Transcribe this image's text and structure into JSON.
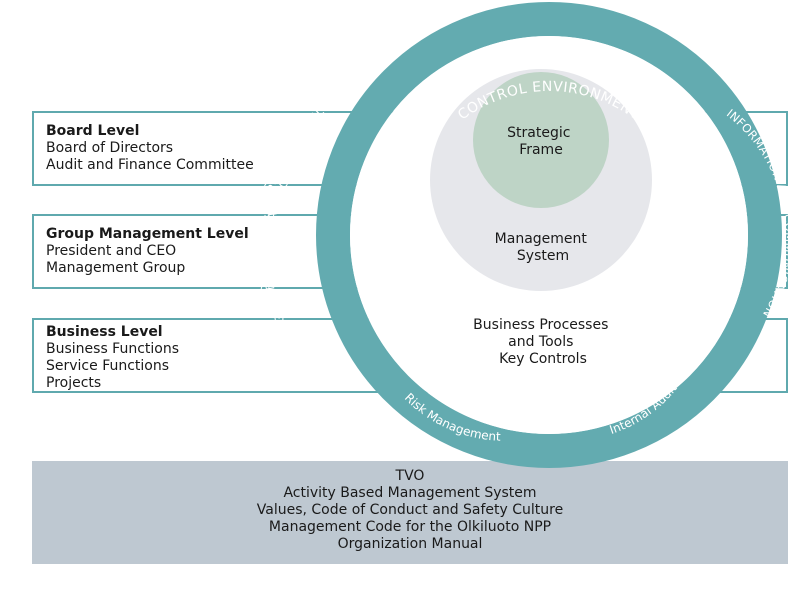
{
  "levels": [
    {
      "title": "Board Level",
      "lines": [
        "Board of Directors",
        "Audit and Finance Committee"
      ]
    },
    {
      "title": "Group Management Level",
      "lines": [
        "President and CEO",
        "Management Group"
      ]
    },
    {
      "title": "Business Level",
      "lines": [
        "Business Functions",
        "Service Functions",
        "Projects"
      ]
    }
  ],
  "ring": {
    "top_label": "CONTROL ENVIRONMENT",
    "left_label_line1": "COMPANY POLICIES, LEGISLATION,",
    "left_label_line2": "REGULATIONS AND AUTHORITY ORDERS",
    "right_label": "INFORMATION AND COMMUNICATION",
    "bottom_left_label": "Risk Management",
    "bottom_right_label": "Internal Audit"
  },
  "inner": {
    "strategic_line1": "Strategic",
    "strategic_line2": "Frame",
    "management_line1": "Management",
    "management_line2": "System",
    "business_line1": "Business Processes",
    "business_line2": "and Tools",
    "business_line3": "Key Controls"
  },
  "tvo": {
    "title": "TVO",
    "lines": [
      "Activity Based Management System",
      "Values, Code of Conduct and Safety Culture",
      "Management Code for the Olkiluoto NPP",
      "Organization Manual"
    ]
  },
  "colors": {
    "ring": "#63abb0",
    "box_border": "#5fa9ae",
    "management_circle": "#e6e7eb",
    "strategic_circle": "#bed4c6",
    "tvo_band": "#bec8d1"
  }
}
